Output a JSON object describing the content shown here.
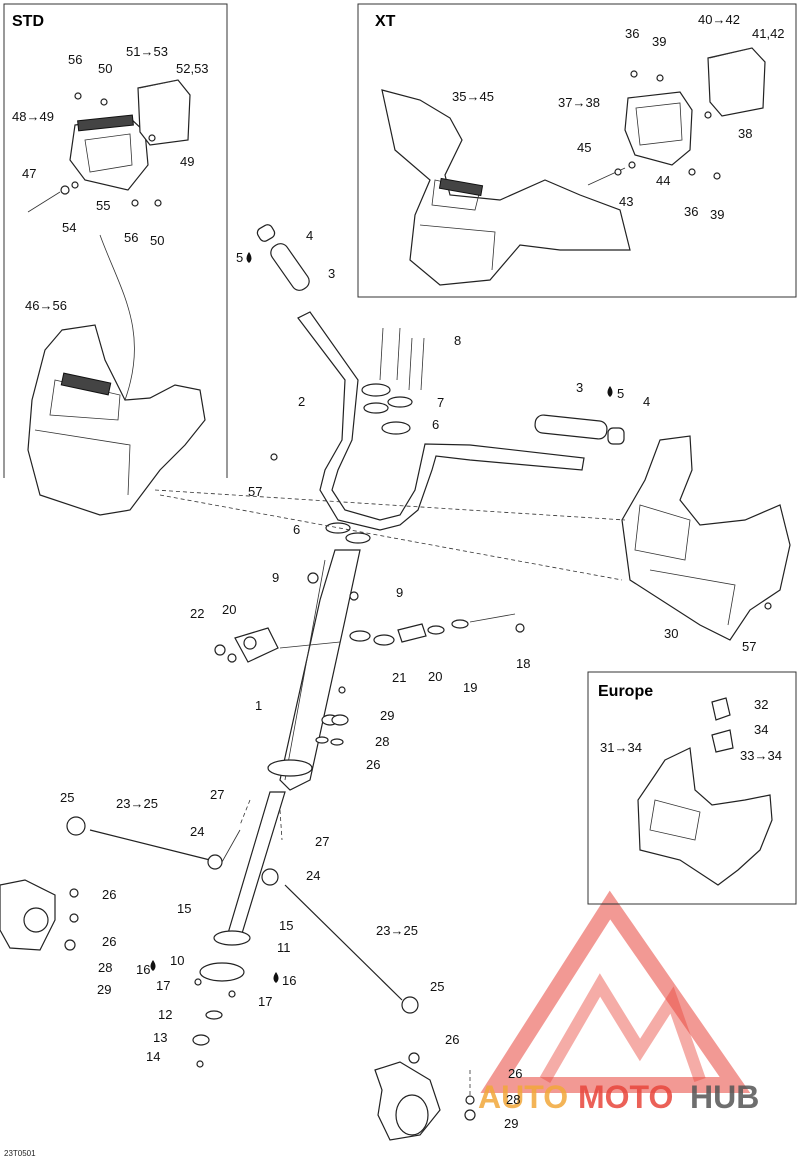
{
  "boxes": {
    "std": "STD",
    "xt": "XT",
    "europe": "Europe"
  },
  "diagram_code": "23T0501",
  "watermark": {
    "auto": "AUTO",
    "moto": "MOTO",
    "hub": "HUB",
    "accent": "#e8463c",
    "gray": "#555555"
  },
  "labels": {
    "l1": "1",
    "l2": "2",
    "l3a": "3",
    "l3b": "3",
    "l4a": "4",
    "l4b": "4",
    "l5a": "5",
    "l5b": "5",
    "l6a": "6",
    "l6b": "6",
    "l7": "7",
    "l8": "8",
    "l9a": "9",
    "l9b": "9",
    "l10": "10",
    "l11": "11",
    "l12": "12",
    "l13": "13",
    "l14": "14",
    "l15a": "15",
    "l15b": "15",
    "l16a": "16",
    "l16b": "16",
    "l17a": "17",
    "l17b": "17",
    "l18": "18",
    "l19": "19",
    "l20a": "20",
    "l20b": "20",
    "l21": "21",
    "l22": "22",
    "l23a": "23→25",
    "l23b": "23→25",
    "l24a": "24",
    "l24b": "24",
    "l25a": "25",
    "l25b": "25",
    "l26a": "26",
    "l26b": "26",
    "l26c": "26",
    "l26d": "26",
    "l26e": "26",
    "l27a": "27",
    "l27b": "27",
    "l28a": "28",
    "l28b": "28",
    "l28c": "28",
    "l29a": "29",
    "l29b": "29",
    "l29c": "29",
    "l30": "30",
    "l31": "31→34",
    "l32": "32",
    "l33": "33→34",
    "l34": "34",
    "l57a": "57",
    "l57b": "57",
    "s46": "46→56",
    "s47": "47",
    "s48": "48→49",
    "s49": "49",
    "s50a": "50",
    "s50b": "50",
    "s51": "51→53",
    "s52": "52,53",
    "s54": "54",
    "s55": "55",
    "s56a": "56",
    "s56b": "56",
    "x35": "35→45",
    "x36a": "36",
    "x36b": "36",
    "x37": "37→38",
    "x38": "38",
    "x39a": "39",
    "x39b": "39",
    "x40": "40→42",
    "x41": "41,42",
    "x43": "43",
    "x44": "44",
    "x45": "45"
  }
}
